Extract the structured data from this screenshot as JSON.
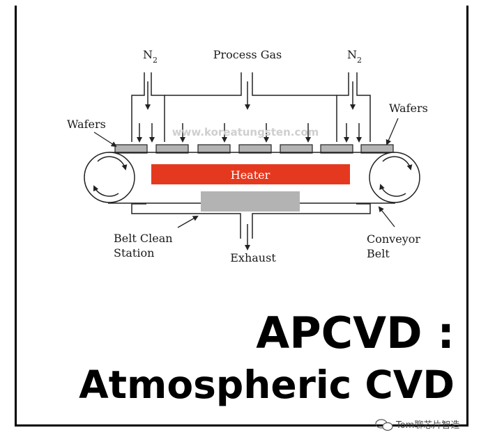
{
  "diagram": {
    "labels": {
      "n2_left": "N",
      "n2_right": "N",
      "n2_subscript": "2",
      "process_gas": "Process Gas",
      "wafers_left": "Wafers",
      "wafers_right": "Wafers",
      "heater": "Heater",
      "belt_clean_line1": "Belt Clean",
      "belt_clean_line2": "Station",
      "exhaust": "Exhaust",
      "conveyor_line1": "Conveyor",
      "conveyor_line2": "Belt"
    },
    "watermark": "www.koreatungsten.com",
    "colors": {
      "heater": "#e5391f",
      "exhaust_block": "#b3b3b3",
      "wafer": "#b3b3b3"
    }
  },
  "title": {
    "line1": "APCVD :",
    "line2": "Atmospheric CVD"
  },
  "footer": {
    "source_text": "Tom聊芯片智造"
  }
}
